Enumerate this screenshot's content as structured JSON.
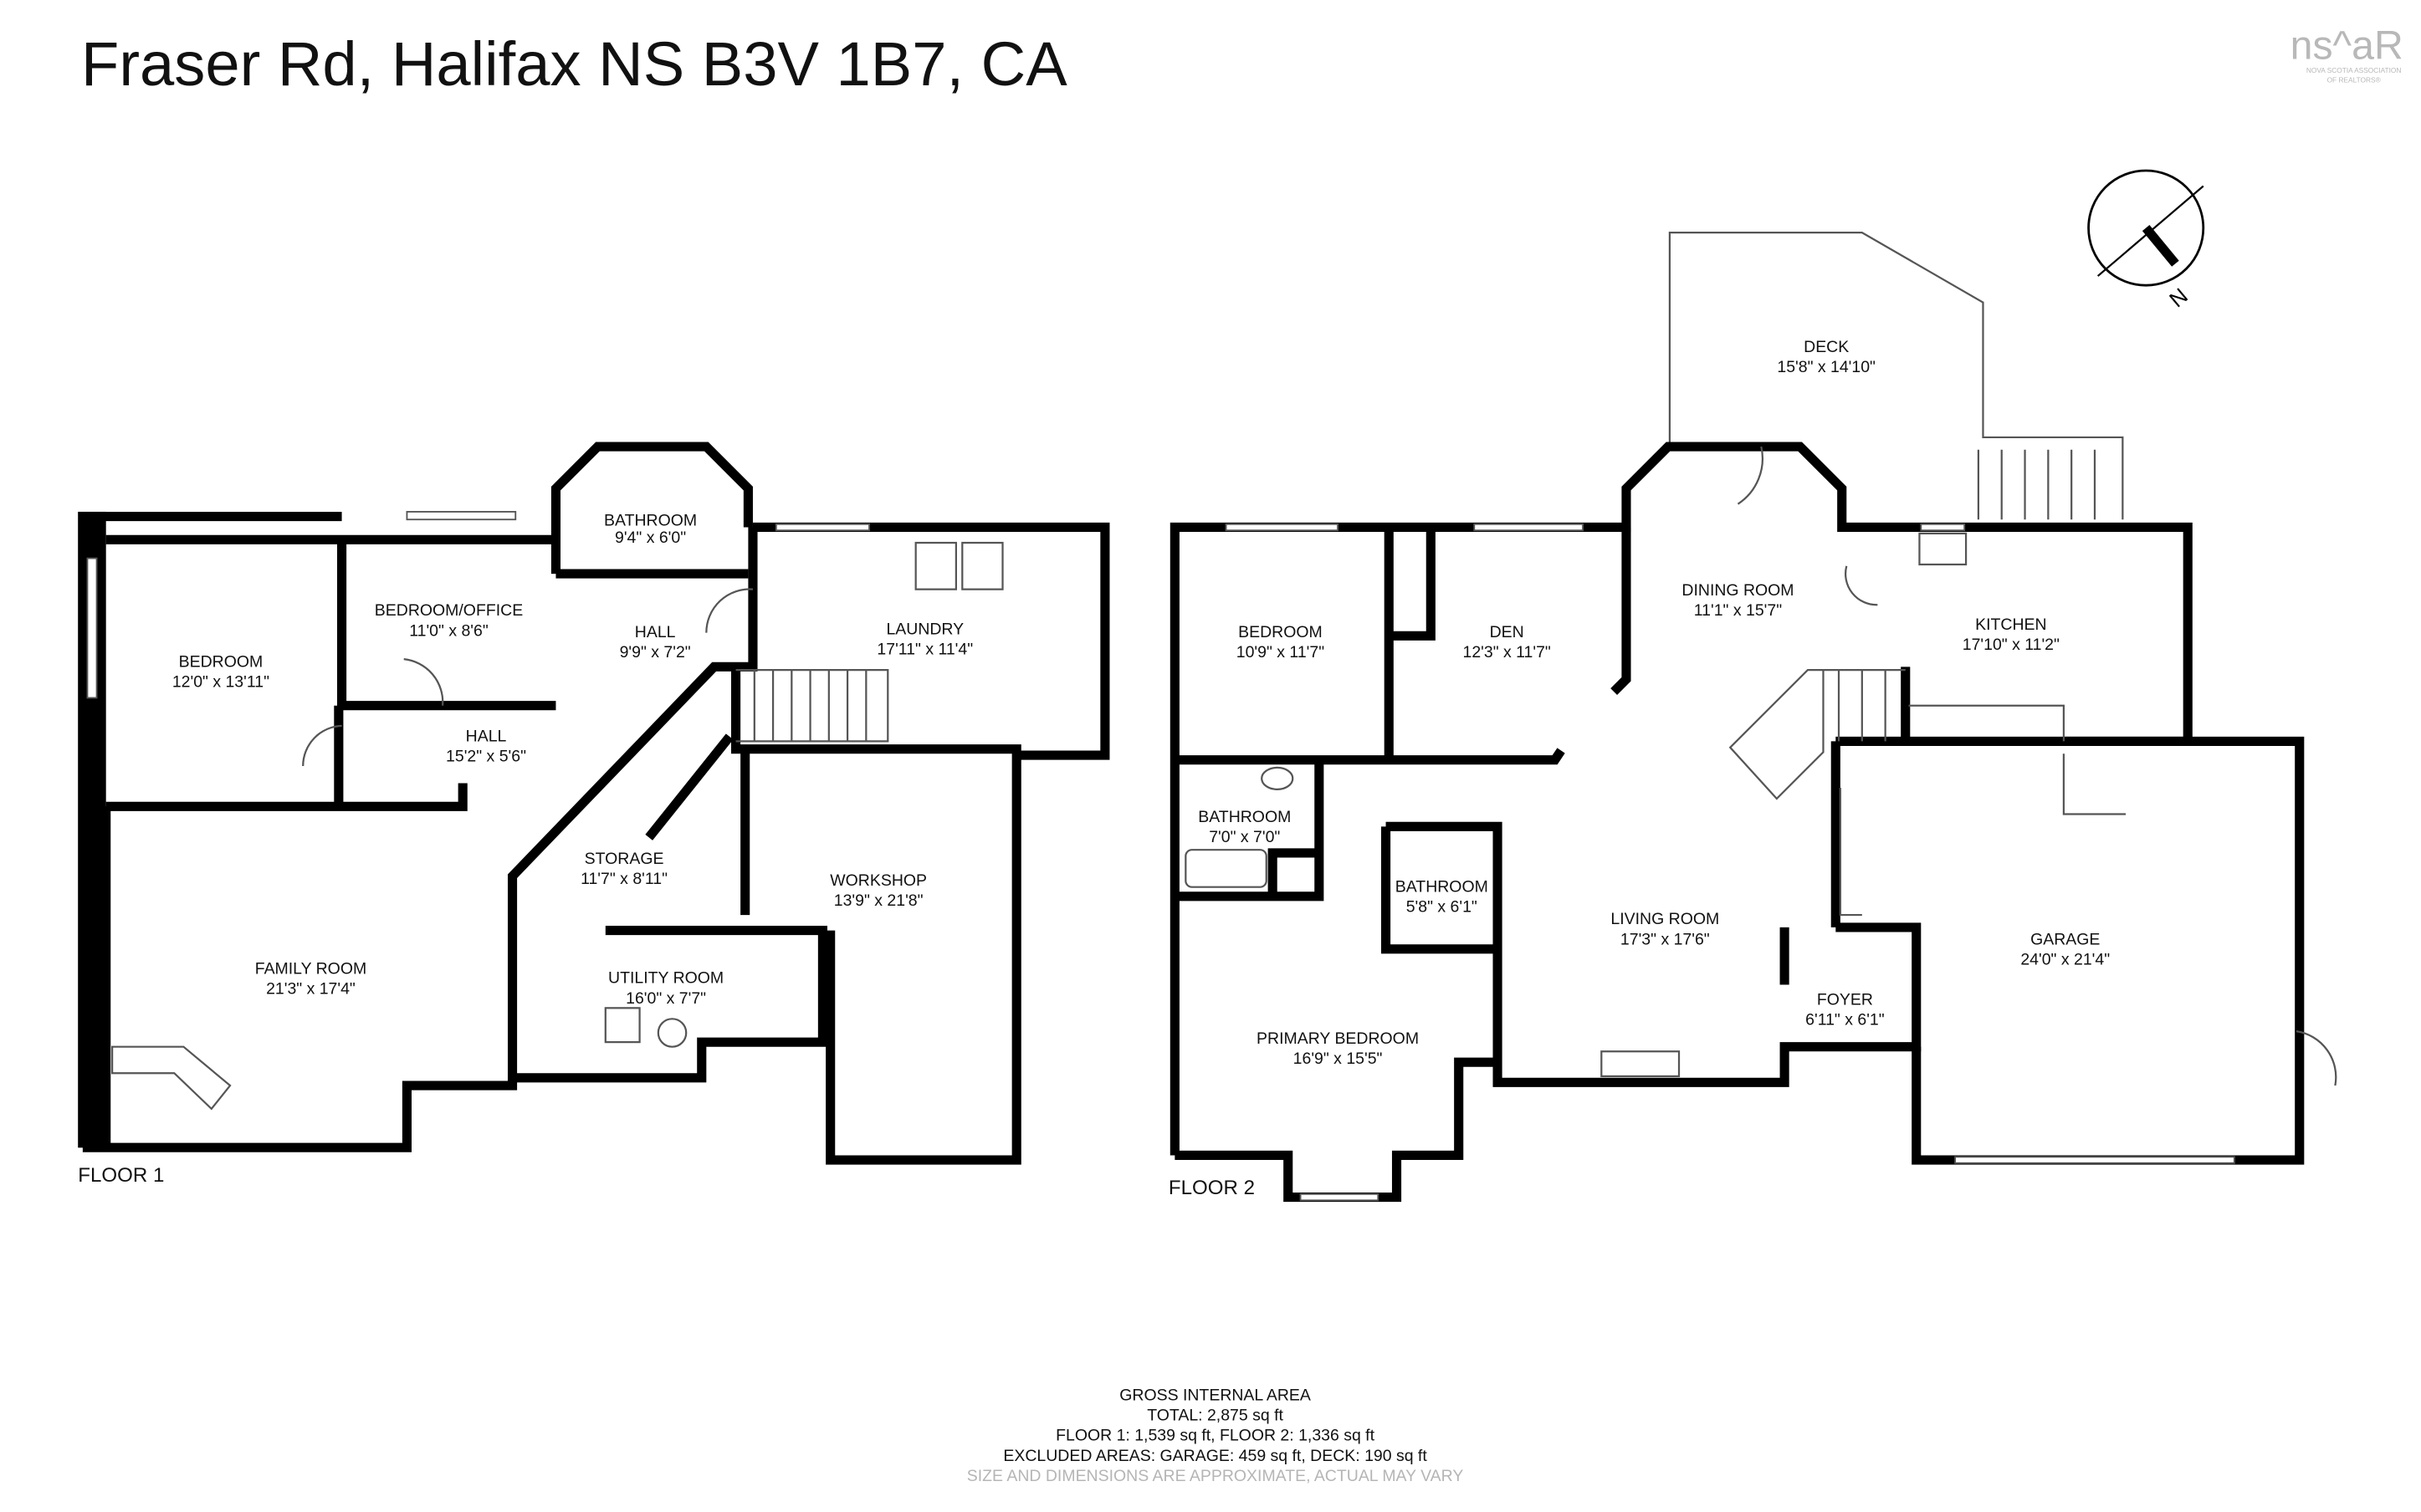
{
  "title": "Fraser Rd, Halifax NS B3V 1B7, CA",
  "logo": {
    "mark": "ns^aR",
    "line1": "NOVA SCOTIA ASSOCIATION",
    "line2": "OF REALTORS®"
  },
  "compass": {
    "label": "N"
  },
  "floors": [
    {
      "label": "FLOOR 1",
      "rooms": [
        {
          "name": "BATHROOM",
          "dims": "9'4\" x 6'0\""
        },
        {
          "name": "BEDROOM/OFFICE",
          "dims": "11'0\" x 8'6\""
        },
        {
          "name": "BEDROOM",
          "dims": "12'0\" x 13'11\""
        },
        {
          "name": "HALL",
          "dims": "9'9\" x 7'2\""
        },
        {
          "name": "LAUNDRY",
          "dims": "17'11\" x 11'4\""
        },
        {
          "name": "HALL",
          "dims": "15'2\" x 5'6\""
        },
        {
          "name": "STORAGE",
          "dims": "11'7\" x 8'11\""
        },
        {
          "name": "WORKSHOP",
          "dims": "13'9\" x 21'8\""
        },
        {
          "name": "FAMILY ROOM",
          "dims": "21'3\" x 17'4\""
        },
        {
          "name": "UTILITY ROOM",
          "dims": "16'0\" x 7'7\""
        }
      ]
    },
    {
      "label": "FLOOR 2",
      "rooms": [
        {
          "name": "DECK",
          "dims": "15'8\" x 14'10\""
        },
        {
          "name": "DINING ROOM",
          "dims": "11'1\" x 15'7\""
        },
        {
          "name": "BEDROOM",
          "dims": "10'9\" x 11'7\""
        },
        {
          "name": "DEN",
          "dims": "12'3\" x 11'7\""
        },
        {
          "name": "KITCHEN",
          "dims": "17'10\" x 11'2\""
        },
        {
          "name": "BATHROOM",
          "dims": "7'0\" x 7'0\""
        },
        {
          "name": "BATHROOM",
          "dims": "5'8\" x 6'1\""
        },
        {
          "name": "LIVING ROOM",
          "dims": "17'3\" x 17'6\""
        },
        {
          "name": "GARAGE",
          "dims": "24'0\" x 21'4\""
        },
        {
          "name": "FOYER",
          "dims": "6'11\" x 6'1\""
        },
        {
          "name": "PRIMARY BEDROOM",
          "dims": "16'9\" x 15'5\""
        }
      ]
    }
  ],
  "summary": {
    "heading": "GROSS INTERNAL AREA",
    "total": "TOTAL: 2,875 sq ft",
    "floors": "FLOOR 1: 1,539 sq ft, FLOOR 2: 1,336 sq ft",
    "excluded": "EXCLUDED AREAS: GARAGE: 459 sq ft, DECK: 190 sq ft",
    "disclaimer": "SIZE AND DIMENSIONS ARE APPROXIMATE, ACTUAL MAY VARY"
  }
}
